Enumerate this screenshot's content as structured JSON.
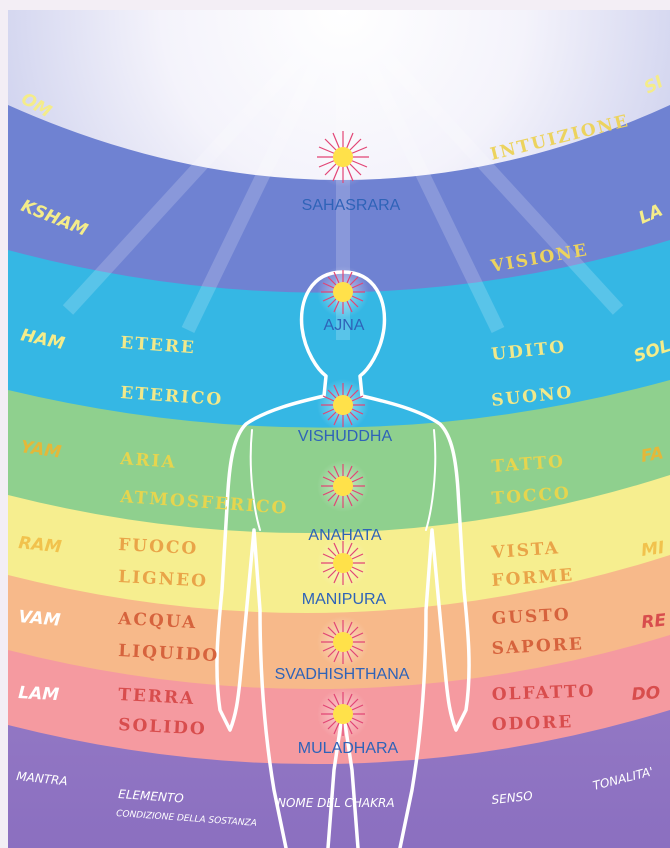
{
  "colors": {
    "sky_top": "#ffffff",
    "violet": "#7d86d2",
    "indigo": "#6e7fd0",
    "blue": "#2fb6e5",
    "green": "#86cf8a",
    "yellow": "#f6ee8f",
    "orange": "#f7b98a",
    "red": "#f59aa0",
    "base": "#9b7fc8",
    "chakra_label": "#2f63b8",
    "left_mantra": "#f4ec8a",
    "element_text": "#e8dc5a",
    "sense_text": "#ead65a",
    "warm_text": "#d35a3a",
    "footer_text": "#ffffff",
    "sun_core": "#ffe14a",
    "sun_rays": "#e24575"
  },
  "chakras": {
    "sahasrara": "SAHASRARA",
    "ajna": "AJNA",
    "vishuddha": "VISHUDDHA",
    "anahata": "ANAHATA",
    "manipura": "MANIPURA",
    "svadhishthana": "SVADHISHTHANA",
    "muladhara": "MULADHARA"
  },
  "mantras": {
    "om": "OM",
    "ksham": "KSHAM",
    "ham": "HAM",
    "yam": "YAM",
    "ram": "RAM",
    "vam": "VAM",
    "lam": "LAM"
  },
  "elements": {
    "etere": "ETERE",
    "eterico": "ETERICO",
    "aria": "ARIA",
    "atmosferico": "ATMOSFERICO",
    "fuoco": "FUOCO",
    "ligneo": "LIGNEO",
    "acqua": "ACQUA",
    "liquido": "LIQUIDO",
    "terra": "TERRA",
    "solido": "SOLIDO"
  },
  "senses": {
    "intuizione": "INTUIZIONE",
    "visione": "VISIONE",
    "udito": "UDITO",
    "suono": "SUONO",
    "tatto": "TATTO",
    "tocco": "TOCCO",
    "vista": "VISTA",
    "forme": "FORME",
    "gusto": "GUSTO",
    "sapore": "SAPORE",
    "olfatto": "OLFATTO",
    "odore": "ODORE"
  },
  "tones": {
    "si": "SI",
    "la": "LA",
    "sol": "SOL",
    "fa": "FA",
    "mi": "MI",
    "re": "RE",
    "do": "DO"
  },
  "legend": {
    "mantra": "MANTRA",
    "elemento": "ELEMENTO",
    "condizione": "CONDIZIONE DELLA SOSTANZA",
    "nome": "NOME DEL CHAKRA",
    "senso": "SENSO",
    "tonalita": "TONALITA'"
  }
}
